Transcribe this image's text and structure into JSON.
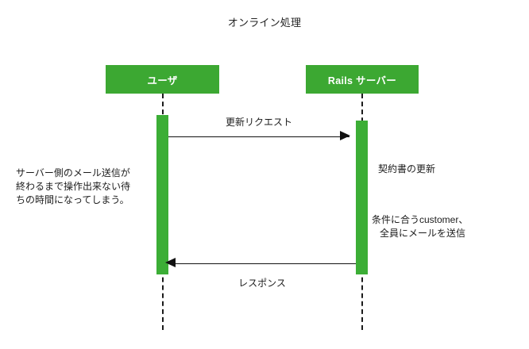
{
  "diagram": {
    "type": "sequence-diagram",
    "title": "オンライン処理",
    "colors": {
      "participant_box": "#3ca832",
      "activation_bar": "#3cae36",
      "lifeline": "#1b1b1b",
      "arrow": "#111111",
      "text": "#1c1c1c",
      "background": "#ffffff"
    },
    "participants": [
      {
        "id": "user",
        "label": "ユーザ"
      },
      {
        "id": "server",
        "label": "Rails サーバー"
      }
    ],
    "messages": [
      {
        "id": "request",
        "label": "更新リクエスト",
        "from": "user",
        "to": "server",
        "direction": "right",
        "style": "solid"
      },
      {
        "id": "response",
        "label": "レスポンス",
        "from": "server",
        "to": "user",
        "direction": "left",
        "style": "solid"
      }
    ],
    "notes": [
      {
        "id": "user-wait",
        "side": "left",
        "lines": [
          "サーバー側のメール送信が",
          "終わるまで操作出来ない待",
          "ちの時間になってしまう。"
        ]
      },
      {
        "id": "server-contract",
        "side": "right",
        "lines": [
          "契約書の更新"
        ]
      },
      {
        "id": "server-mail",
        "side": "right",
        "lines": [
          "条件に合うcustomer、",
          "全員にメールを送信"
        ]
      }
    ]
  }
}
